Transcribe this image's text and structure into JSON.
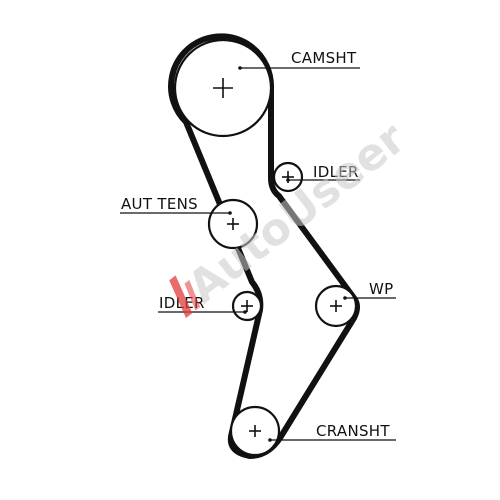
{
  "labels": {
    "camshaft": "CAMSHT",
    "idler_upper": "IDLER",
    "tensioner": "AUT TENS",
    "idler_lower": "IDLER",
    "water_pump": "WP",
    "crankshaft": "CRANSHT"
  },
  "watermark": {
    "text": "AutoUseer"
  },
  "colors": {
    "line": "#111111",
    "watermark_accent": "#e23a3a",
    "watermark_text": "#c9c9c9"
  }
}
